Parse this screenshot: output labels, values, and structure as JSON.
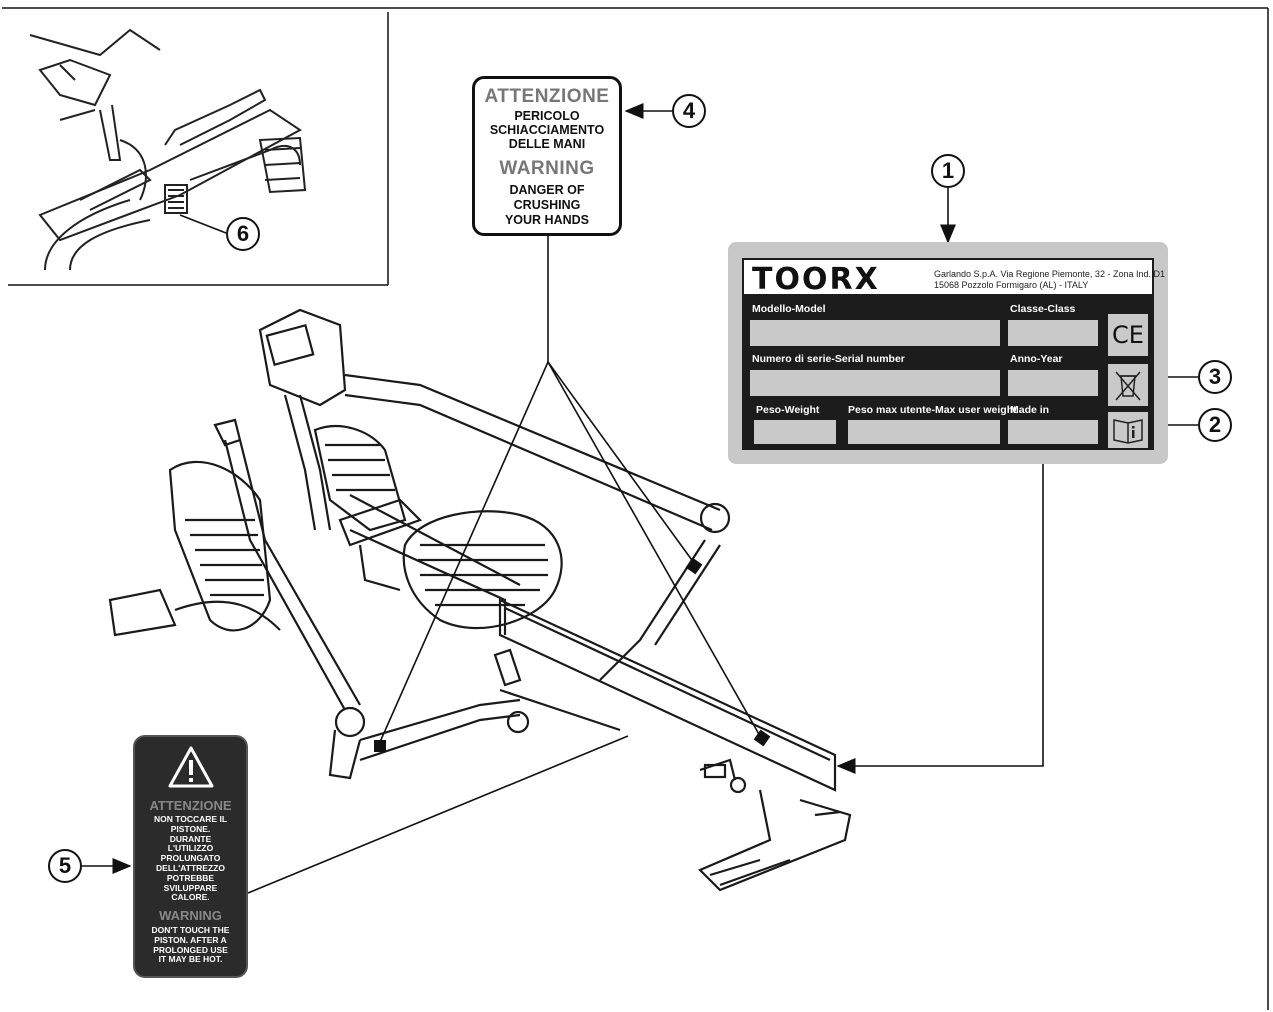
{
  "callouts": [
    "1",
    "2",
    "3",
    "4",
    "5",
    "6"
  ],
  "sticker4": {
    "attenzione": "ATTENZIONE",
    "it_lines": [
      "PERICOLO",
      "SCHIACCIAMENTO",
      "DELLE MANI"
    ],
    "warning": "WARNING",
    "en_lines": [
      "DANGER OF",
      "CRUSHING",
      "YOUR HANDS"
    ]
  },
  "sticker5": {
    "attenzione": "ATTENZIONE",
    "it_lines": [
      "NON TOCCARE IL",
      "PISTONE.",
      "DURANTE",
      "L'UTILIZZO",
      "PROLUNGATO",
      "DELL'ATTREZZO",
      "POTREBBE",
      "SVILUPPARE",
      "CALORE."
    ],
    "warning": "WARNING",
    "en_lines": [
      "DON'T TOUCH THE",
      "PISTON. AFTER A",
      "PROLONGED USE",
      "IT MAY BE HOT."
    ]
  },
  "plate": {
    "brand": "TOORX",
    "address_line1": "Garlando S.p.A. Via Regione Piemonte, 32 - Zona Ind. D1",
    "address_line2": "15068 Pozzolo Formigaro (AL) - ITALY",
    "model_label": "Modello-Model",
    "class_label": "Classe-Class",
    "serial_label": "Numero di serie-Serial number",
    "year_label": "Anno-Year",
    "weight_label": "Peso-Weight",
    "max_weight_label": "Peso max utente-Max user weight",
    "made_in_label": "Made in",
    "ce_mark": "CE"
  },
  "colors": {
    "ink": "#111111",
    "plate_grey": "#c8c8c8",
    "plate_dark": "#1c1c1c",
    "sticker_dark": "#2b2b2b"
  }
}
